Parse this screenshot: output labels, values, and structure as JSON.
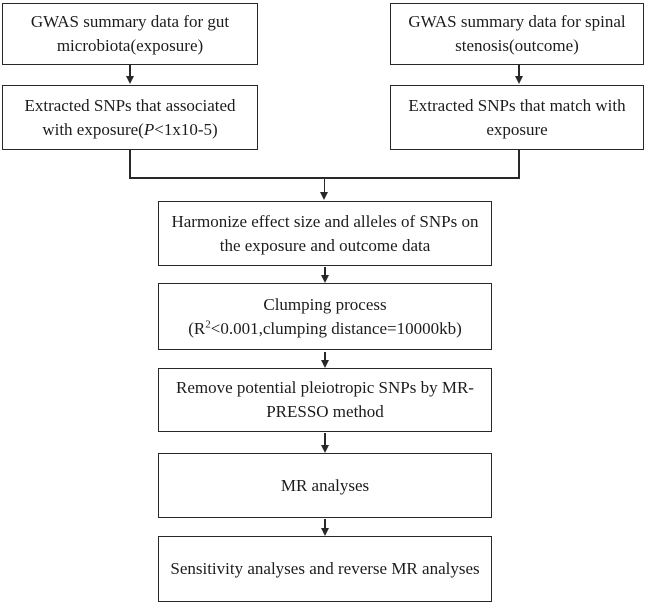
{
  "figure": {
    "background_color": "#ffffff",
    "line_color": "#282828",
    "text_color": "#1c1c1c",
    "type": "flowchart"
  },
  "boxes": {
    "gwas_exposure": {
      "text": "GWAS summary data for gut microbiota(exposure)"
    },
    "gwas_outcome": {
      "text": "GWAS summary data for spinal stenosis(outcome)"
    },
    "extracted_exposure": {
      "text_before_italic": "Extracted SNPs that associated with exposure(",
      "italic_text": "P",
      "text_after_italic": "<1x10-5)"
    },
    "extracted_outcome": {
      "text": "Extracted SNPs that match with exposure"
    },
    "harmonize": {
      "text": "Harmonize effect size and alleles of SNPs on the exposure and outcome data"
    },
    "clumping": {
      "line1": "Clumping process",
      "line2_before_sup": "(R",
      "line2_sup": "2",
      "line2_after_sup": "<0.001,clumping distance=10000kb)"
    },
    "mr_presso": {
      "text": "Remove potential pleiotropic SNPs by MR-PRESSO method"
    },
    "mr_analyses": {
      "text": "MR analyses"
    },
    "sensitivity": {
      "text": "Sensitivity analyses and reverse MR analyses"
    }
  }
}
